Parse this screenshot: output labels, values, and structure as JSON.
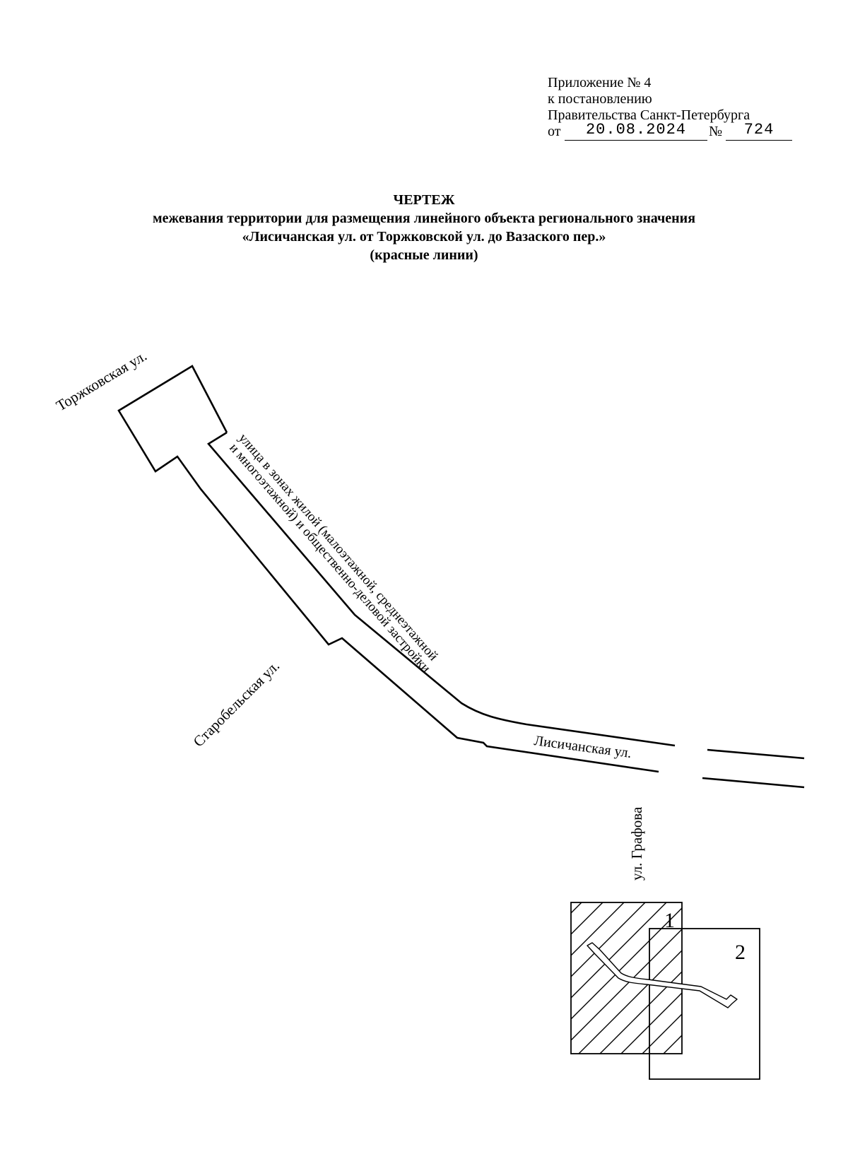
{
  "appendix": {
    "line1": "Приложение № 4",
    "line2": "к постановлению",
    "line3": "Правительства Санкт-Петербурга",
    "date_prefix": "от",
    "date_value": "20.08.2024",
    "number_prefix": "№",
    "number_value": "724"
  },
  "title": {
    "main": "ЧЕРТЕЖ",
    "line1": "межевания территории для размещения линейного объекта регионального значения",
    "line2": "«Лисичанская ул. от Торжковской ул. до Вазаского пер.»",
    "line3": "(красные линии)"
  },
  "map": {
    "street_torzhkovskaya": "Торжковская ул.",
    "street_desc_line1": "улица в зонах жилой (малоэтажной, среднеэтажной",
    "street_desc_line2": "и многоэтажной) и общественно-деловой застройки",
    "street_starobelskaya": "Старобельская ул.",
    "street_lisichanskaya": "Лисичанская ул.",
    "street_grafova": "ул. Графова"
  },
  "index_map": {
    "sheet1_label": "1",
    "sheet2_label": "2"
  },
  "colors": {
    "ink": "#000000",
    "paper": "#ffffff"
  }
}
